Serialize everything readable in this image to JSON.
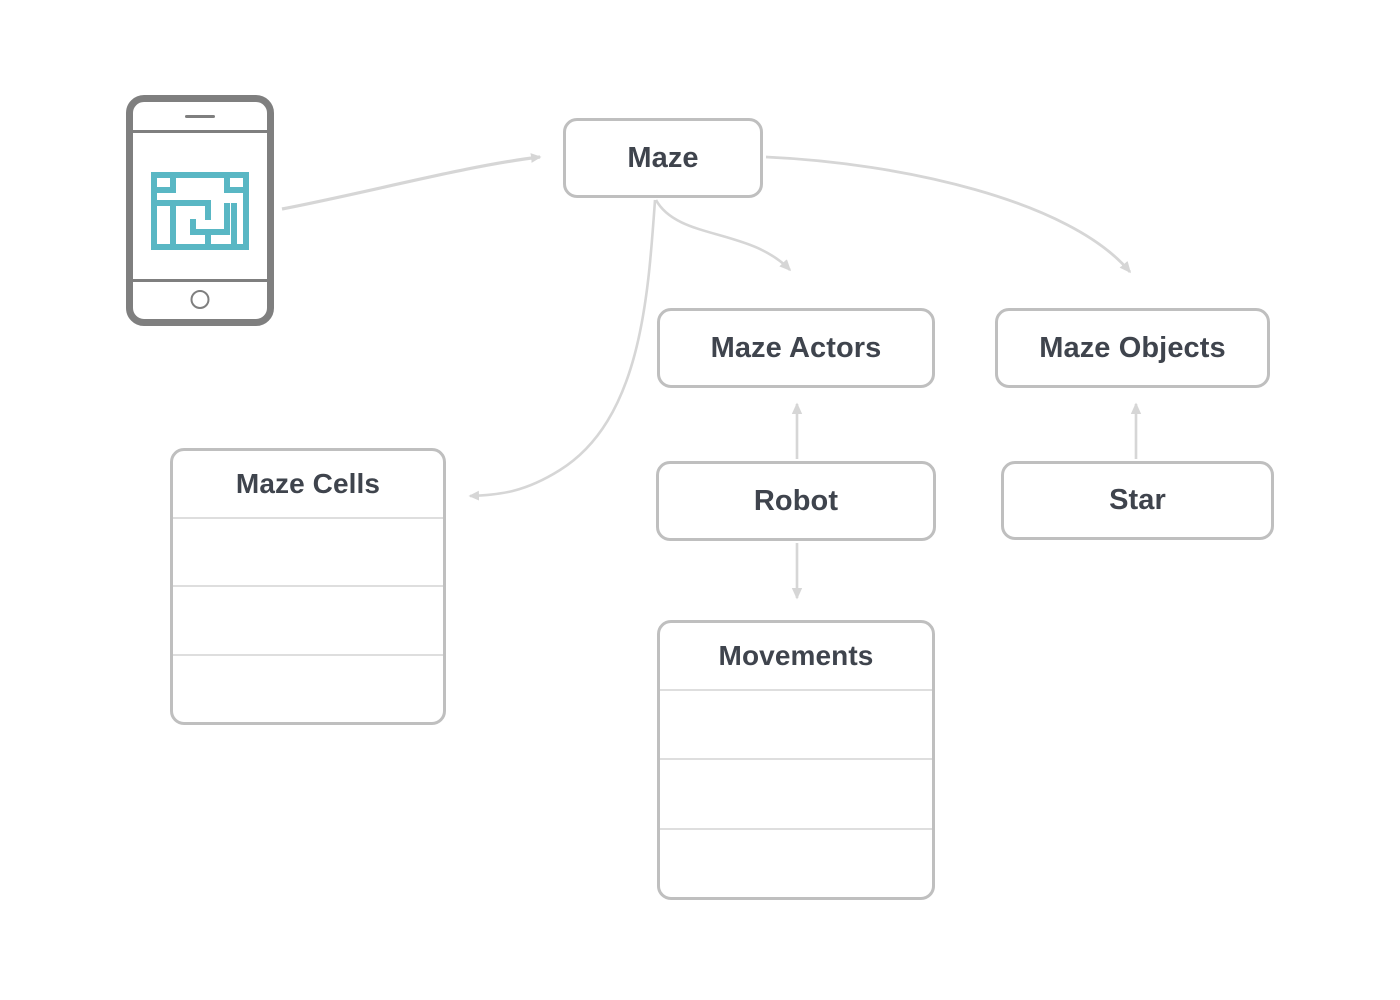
{
  "diagram": {
    "title": "Maze Architecture Diagram",
    "background_color": "#ffffff",
    "node_border_color": "#bfbfbf",
    "node_text_color": "#3f444d",
    "edge_color": "#d6d6d6",
    "accent_color": "#59b7c4",
    "device_color": "#7f7f7f"
  },
  "device": {
    "name": "phone-mockup",
    "screen_icon": "maze-icon",
    "speaker_icon": "speaker-slot-icon",
    "home_button_icon": "home-button-icon"
  },
  "nodes": [
    {
      "id": "maze",
      "label": "Maze",
      "type": "simple",
      "rows": 0
    },
    {
      "id": "maze-actors",
      "label": "Maze Actors",
      "type": "simple",
      "rows": 0
    },
    {
      "id": "maze-objects",
      "label": "Maze Objects",
      "type": "simple",
      "rows": 0
    },
    {
      "id": "robot",
      "label": "Robot",
      "type": "simple",
      "rows": 0
    },
    {
      "id": "star",
      "label": "Star",
      "type": "simple",
      "rows": 0
    },
    {
      "id": "maze-cells",
      "label": "Maze Cells",
      "type": "table",
      "rows": 3
    },
    {
      "id": "movements",
      "label": "Movements",
      "type": "table",
      "rows": 3
    }
  ],
  "edges": [
    {
      "id": "phone-to-maze",
      "from": "phone",
      "to": "maze",
      "style": "curved",
      "arrow": "right"
    },
    {
      "id": "maze-to-maze-cells",
      "from": "maze",
      "to": "maze-cells",
      "style": "curved",
      "arrow": "left"
    },
    {
      "id": "maze-to-maze-actors",
      "from": "maze",
      "to": "maze-actors",
      "style": "curved",
      "arrow": "down"
    },
    {
      "id": "maze-to-maze-objects",
      "from": "maze",
      "to": "maze-objects",
      "style": "curved",
      "arrow": "down"
    },
    {
      "id": "robot-to-maze-actors",
      "from": "robot",
      "to": "maze-actors",
      "style": "straight",
      "arrow": "up"
    },
    {
      "id": "star-to-maze-objects",
      "from": "star",
      "to": "maze-objects",
      "style": "straight",
      "arrow": "up"
    },
    {
      "id": "robot-to-movements",
      "from": "robot",
      "to": "movements",
      "style": "straight",
      "arrow": "down"
    }
  ]
}
